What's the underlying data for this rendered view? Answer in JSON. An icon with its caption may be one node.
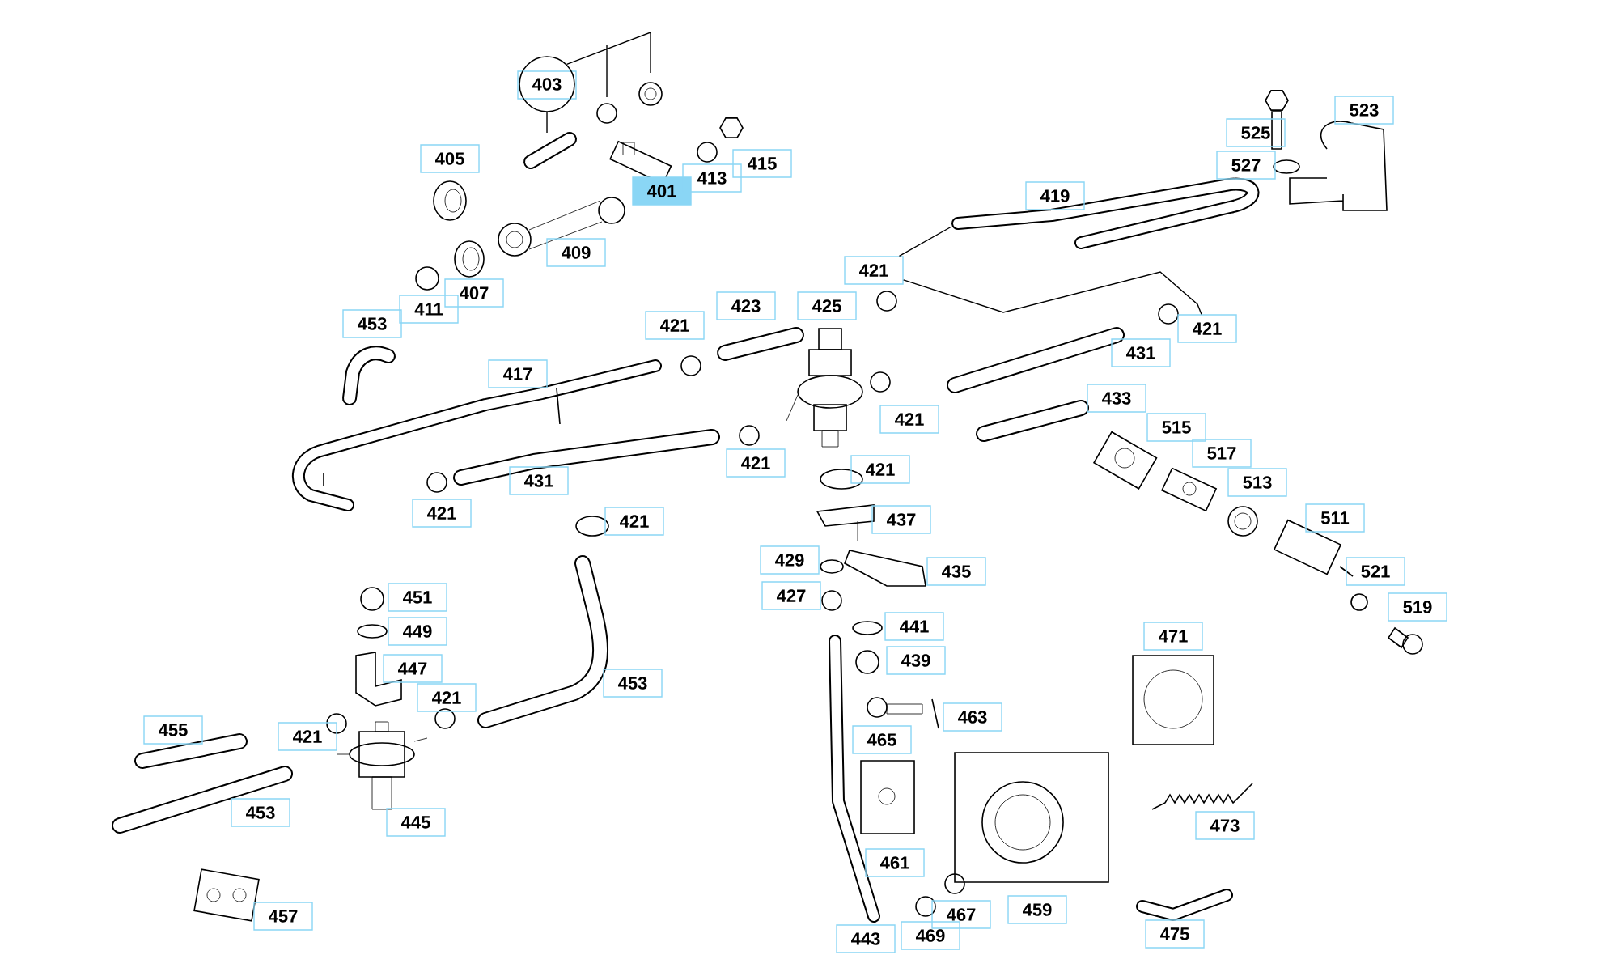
{
  "diagram": {
    "nodes": [
      {
        "text": [
          "403"
        ]
      },
      {
        "text": [
          "421"
        ]
      },
      {
        "text": [
          "523"
        ]
      },
      {
        "text": [
          "525"
        ]
      },
      {
        "text": [
          "405"
        ]
      },
      {
        "text": [
          "415"
        ]
      },
      {
        "text": [
          "401"
        ]
      },
      {
        "text": [
          "413"
        ]
      },
      {
        "text": [
          "527"
        ]
      },
      {
        "text": [
          "419"
        ]
      },
      {
        "text": [
          "409"
        ]
      },
      {
        "text": [
          "407"
        ]
      },
      {
        "text": [
          "411"
        ]
      },
      {
        "text": [
          "453"
        ]
      },
      {
        "text": [
          "425"
        ]
      },
      {
        "text": [
          "423"
        ]
      },
      {
        "text": [
          "421"
        ]
      },
      {
        "text": [
          "421"
        ]
      },
      {
        "text": [
          "431"
        ]
      },
      {
        "text": [
          "417"
        ]
      },
      {
        "text": [
          "433"
        ]
      },
      {
        "text": [
          "421"
        ]
      },
      {
        "text": [
          "515"
        ]
      },
      {
        "text": [
          "517"
        ]
      },
      {
        "text": [
          "421"
        ]
      },
      {
        "text": [
          "421"
        ]
      },
      {
        "text": [
          "431"
        ]
      },
      {
        "text": [
          "513"
        ]
      },
      {
        "text": [
          "421"
        ]
      },
      {
        "text": [
          "421"
        ]
      },
      {
        "text": [
          "437"
        ]
      },
      {
        "text": [
          "511"
        ]
      },
      {
        "text": [
          "429"
        ]
      },
      {
        "text": [
          "435"
        ]
      },
      {
        "text": [
          "521"
        ]
      },
      {
        "text": [
          "427"
        ]
      },
      {
        "text": [
          "451"
        ]
      },
      {
        "text": [
          "519"
        ]
      },
      {
        "text": [
          "441"
        ]
      },
      {
        "text": [
          "449"
        ]
      },
      {
        "text": [
          "471"
        ]
      },
      {
        "text": [
          "439"
        ]
      },
      {
        "text": [
          "447"
        ]
      },
      {
        "text": [
          "421"
        ]
      },
      {
        "text": [
          "453"
        ]
      },
      {
        "text": [
          "463"
        ]
      },
      {
        "text": [
          "455"
        ]
      },
      {
        "text": [
          "421"
        ]
      },
      {
        "text": [
          "465"
        ]
      },
      {
        "text": [
          "453"
        ]
      },
      {
        "text": [
          "445"
        ]
      },
      {
        "text": [
          "473"
        ]
      },
      {
        "text": [
          "461"
        ]
      },
      {
        "text": [
          "459"
        ]
      },
      {
        "text": [
          "467"
        ]
      },
      {
        "text": [
          "457"
        ]
      },
      {
        "text": [
          "469"
        ]
      },
      {
        "text": [
          "475"
        ]
      },
      {
        "text": [
          "443"
        ]
      }
    ],
    "edges": [
      {
        "from": 0,
        "to": null,
        "arrow": "none"
      },
      {
        "from": 0,
        "to": null,
        "arrow": "none"
      },
      {
        "from": 1,
        "to": null,
        "arrow": "none"
      },
      {
        "from": 1,
        "to": 17,
        "arrow": "none"
      }
    ]
  }
}
